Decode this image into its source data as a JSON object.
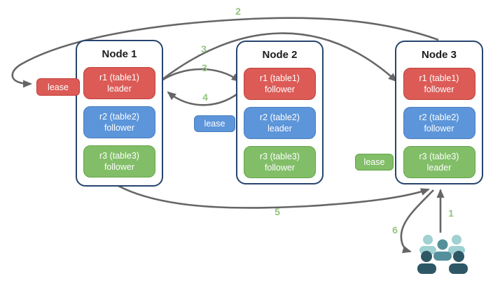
{
  "nodes": [
    {
      "title": "Node 1",
      "replicas": [
        {
          "label": "r1 (table1)",
          "role": "leader",
          "color": "red"
        },
        {
          "label": "r2 (table2)",
          "role": "follower",
          "color": "blue"
        },
        {
          "label": "r3 (table3)",
          "role": "follower",
          "color": "green"
        }
      ]
    },
    {
      "title": "Node 2",
      "replicas": [
        {
          "label": "r1 (table1)",
          "role": "follower",
          "color": "red"
        },
        {
          "label": "r2 (table2)",
          "role": "leader",
          "color": "blue"
        },
        {
          "label": "r3 (table3)",
          "role": "follower",
          "color": "green"
        }
      ]
    },
    {
      "title": "Node 3",
      "replicas": [
        {
          "label": "r1 (table1)",
          "role": "follower",
          "color": "red"
        },
        {
          "label": "r2 (table2)",
          "role": "follower",
          "color": "blue"
        },
        {
          "label": "r3 (table3)",
          "role": "leader",
          "color": "green"
        }
      ]
    }
  ],
  "leases": [
    {
      "label": "lease",
      "color": "red"
    },
    {
      "label": "lease",
      "color": "blue"
    },
    {
      "label": "lease",
      "color": "green"
    }
  ],
  "arrow_labels": {
    "step1": "1",
    "step2": "2",
    "step3_to_node3": "3",
    "step3_to_node2": "3",
    "step4": "4",
    "step5": "5",
    "step6": "6"
  },
  "icons": {
    "users": "users-icon"
  },
  "colors": {
    "background": "#FFFFFF",
    "replica_red": "#DC5B56",
    "replica_red_border": "#C23F3B",
    "replica_blue": "#5C95D9",
    "replica_blue_border": "#4A7EC0",
    "replica_green": "#82BE68",
    "replica_green_border": "#64A449",
    "node_border": "#26456E",
    "arrow": "#666666",
    "step_label": "#93C47D",
    "users_light": "#9FD0D2",
    "users_mid": "#54909B",
    "users_dark": "#2E5765"
  }
}
